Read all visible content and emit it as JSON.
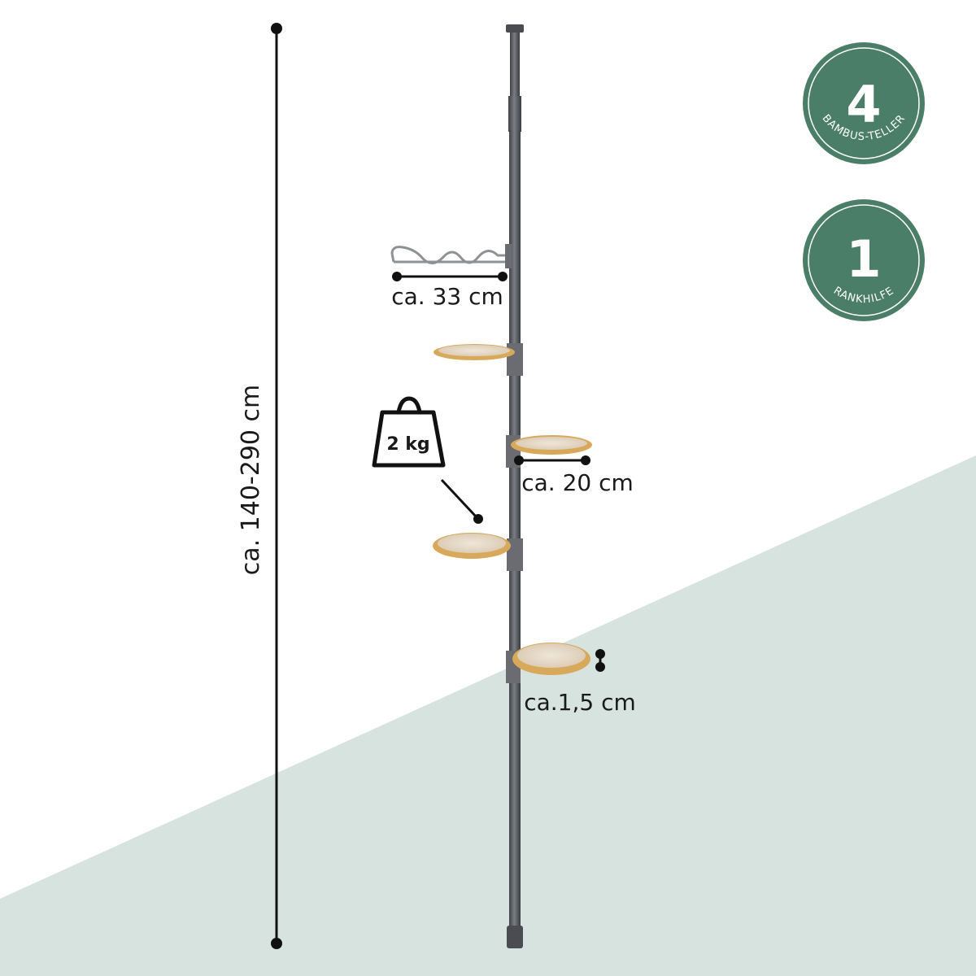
{
  "measurements": {
    "height": "ca. 140-290 cm",
    "hook_width": "ca. 33 cm",
    "plate_diameter": "ca. 20 cm",
    "plate_thickness": "ca.1,5 cm"
  },
  "load": {
    "label": "2 kg",
    "icon": "weight-icon"
  },
  "badges": [
    {
      "number": "4",
      "label": "BAMBUS-TELLER"
    },
    {
      "number": "1",
      "label": "RANKHILFE"
    }
  ],
  "colors": {
    "badge_green": "#4a7e69",
    "background_band": "#d6e3de",
    "pole": "#5c5e63",
    "bamboo": "#d8a85b",
    "ink": "#111111"
  }
}
